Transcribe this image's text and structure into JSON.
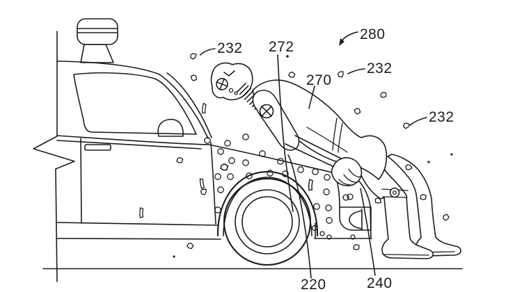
{
  "figure": {
    "kind": "patent-line-drawing",
    "colors": {
      "ink": "#1c1c1c",
      "background": "#ffffff"
    },
    "reference_labels": {
      "l280": "280",
      "l272": "272",
      "l270": "270",
      "l232_top": "232",
      "l232_mid": "232",
      "l232_right": "232",
      "l220": "220",
      "l240": "240"
    }
  }
}
